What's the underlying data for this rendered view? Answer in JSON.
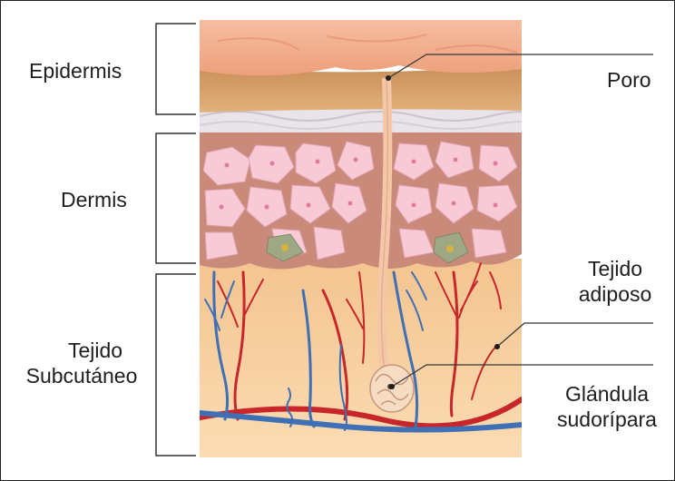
{
  "figure": {
    "left_labels": {
      "epidermis": "Epidermis",
      "dermis": "Dermis",
      "subcutaneous_line1": "Tejido",
      "subcutaneous_line2": "Subcutáneo"
    },
    "right_labels": {
      "pore": "Poro",
      "adipose_line1": "Tejido",
      "adipose_line2": "adiposo",
      "sweat_gland_line1": "Glándula",
      "sweat_gland_line2": "sudorípara"
    },
    "colors": {
      "epidermis_top": "#f2b38f",
      "epidermis_band": "#d9a06a",
      "dermis_cells": "#f7c9d4",
      "dermis_bg": "#c98a7a",
      "fat": "#f9d6a8",
      "artery": "#c8262b",
      "vein": "#3f6fb5",
      "bracket": "#333333"
    }
  }
}
